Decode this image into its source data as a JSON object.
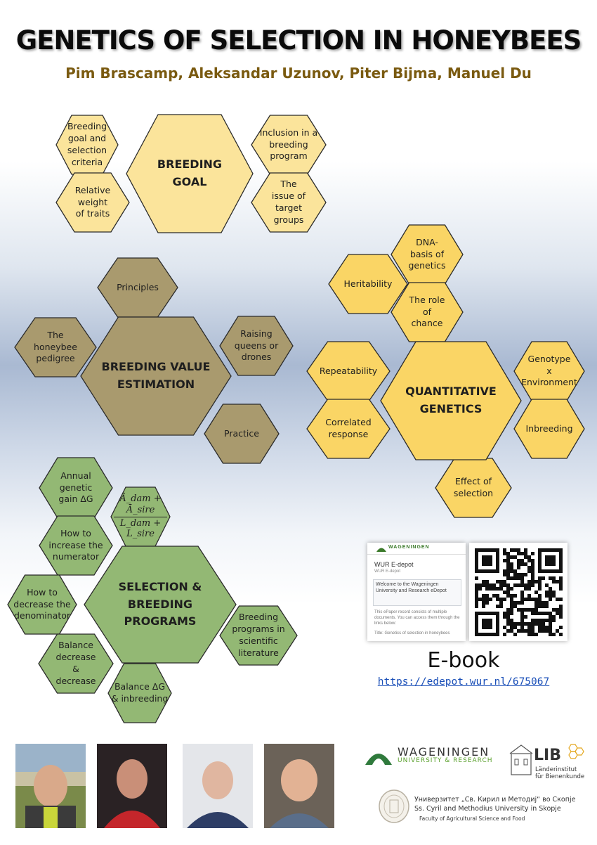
{
  "header": {
    "title": "GENETICS OF SELECTION IN HONEYBEES",
    "authors": "Pim Brascamp, Aleksandar Uzunov, Piter Bijma, Manuel Du"
  },
  "colors": {
    "yellow": "#fbe49b",
    "gold": "#fad565",
    "khaki": "#a99a6e",
    "green": "#93b874",
    "link": "#1a4fb8",
    "author": "#7a5a10"
  },
  "breeding_goal": {
    "center": [
      "BREEDING",
      "GOAL"
    ],
    "items": [
      [
        "Breeding",
        "goal and",
        "selection",
        "criteria"
      ],
      [
        "Relative",
        "weight",
        "of traits"
      ],
      [
        "Inclusion in a",
        "breeding",
        "program"
      ],
      [
        "The",
        "issue of",
        "target",
        "groups"
      ]
    ]
  },
  "breeding_value": {
    "center": [
      "BREEDING VALUE",
      "ESTIMATION"
    ],
    "items": [
      [
        "Principles"
      ],
      [
        "The",
        "honeybee",
        "pedigree"
      ],
      [
        "Raising",
        "queens or",
        "drones"
      ],
      [
        "Practice"
      ]
    ]
  },
  "quantitative": {
    "center": [
      "QUANTITATIVE",
      "GENETICS"
    ],
    "items": [
      [
        "DNA-",
        "basis of",
        "genetics"
      ],
      [
        "Heritability"
      ],
      [
        "The role",
        "of",
        "chance"
      ],
      [
        "Repeatability"
      ],
      [
        "Genotype",
        "x",
        "Environment"
      ],
      [
        "Correlated",
        "response"
      ],
      [
        "Inbreeding"
      ],
      [
        "Effect of",
        "selection"
      ]
    ]
  },
  "selection": {
    "center": [
      "SELECTION &",
      "BREEDING",
      "PROGRAMS"
    ],
    "items": [
      [
        "Annual",
        "genetic",
        "gain ΔG"
      ],
      [
        "How to",
        "increase the",
        "numerator"
      ],
      [
        "How to",
        "decrease the",
        "denominator"
      ],
      [
        "Breeding",
        "programs in",
        "scientific",
        "literature"
      ],
      [
        "Balance",
        "decrease",
        "&",
        "decrease"
      ],
      [
        "Balance ΔG",
        "& inbreeding"
      ]
    ],
    "formula": {
      "numerator": "Ā_dam + Ā_sire",
      "denominator": "L_dam + L_sire"
    }
  },
  "ebook": {
    "label": "E-book",
    "url": "https://edepot.wur.nl/675067",
    "preview": {
      "brand": "WAGENINGEN",
      "heading": "WUR E-depot",
      "subheading": "WUR E-depot",
      "welcome": "Welcome to the Wageningen University and Research eDepot",
      "body": "This ePaper record consists of multiple documents. You can access them through the links below:",
      "title_line": "Title: Genetics of selection in honeybees"
    },
    "qr_icon": "qr-code-icon"
  },
  "logos": {
    "wur": {
      "name": "WAGENINGEN",
      "sub": "UNIVERSITY & RESEARCH"
    },
    "lib": {
      "name": "LIB",
      "sub": [
        "Länderinstitut",
        "für Bienenkunde"
      ]
    },
    "skopje": {
      "lines": [
        "Универзитет „Св. Кирил и Методиј“ во Скопје",
        "Ss. Cyril and Methodius University in Skopje"
      ],
      "faculty": "Faculty of Agricultural Science and Food"
    }
  }
}
